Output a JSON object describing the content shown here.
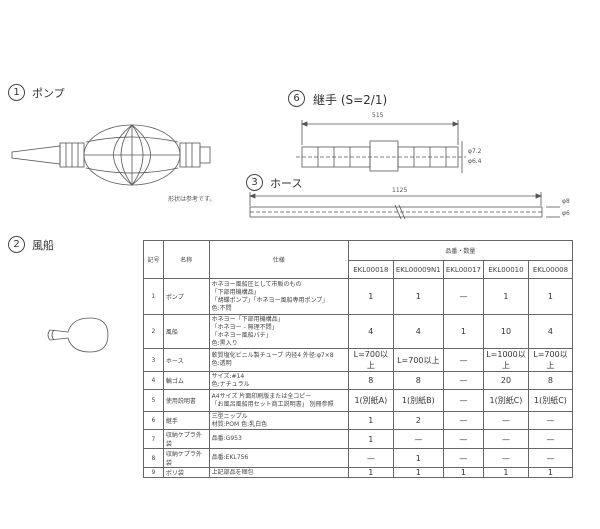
{
  "parts": {
    "pump": {
      "num": "1",
      "label": "ポンプ",
      "note": "形状は参考です。"
    },
    "balloon": {
      "num": "2",
      "label": "風船"
    },
    "hose": {
      "num": "3",
      "label": "ホース",
      "dim_length": "1125",
      "dim_d1": "φ8",
      "dim_d2": "φ6"
    },
    "fitting": {
      "num": "6",
      "label": "継手 (S=2/1)",
      "dim_length": "515",
      "dim_d1": "φ7.2",
      "dim_d2": "φ6.4"
    }
  },
  "table": {
    "headers": {
      "no": "記号",
      "name": "名称",
      "spec": "仕様",
      "qty": "品番・数量"
    },
    "models": [
      "EKL00018",
      "EKL00009N1",
      "EKL00017",
      "EKL00010",
      "EKL00008"
    ],
    "rows": [
      {
        "no": "1",
        "name": "ポンプ",
        "spec": [
          "ホネヨー風船圧として市販のもの",
          "「下部用機構品」",
          "「胡蝶ポンプ」「ホネヨー風船専用ポンプ」",
          "色:不問"
        ],
        "values": [
          "1",
          "1",
          "—",
          "1",
          "1"
        ]
      },
      {
        "no": "2",
        "name": "風船",
        "spec": [
          "ホネヨー「下部用機構品」",
          "「ホネヨー - 無理不問」",
          "「ホネヨー風船パチ」",
          "色:黒入り"
        ],
        "values": [
          "4",
          "4",
          "1",
          "10",
          "4"
        ]
      },
      {
        "no": "3",
        "name": "ホース",
        "spec": [
          "軟質塩化ビニル製チューブ 内径4 外径:φ7×8",
          "色:透明"
        ],
        "values": [
          "L=700以上",
          "L=700以上",
          "—",
          "L=1000以上",
          "L=700以上"
        ]
      },
      {
        "no": "4",
        "name": "輪ゴム",
        "spec": [
          "サイズ:#14",
          "色:ナチュラル"
        ],
        "values": [
          "8",
          "8",
          "—",
          "20",
          "8"
        ]
      },
      {
        "no": "5",
        "name": "使用説明書",
        "spec": [
          "A4サイズ 片面印刷版または全コピー",
          "「お風呂風船用セット商工説明書」 別冊参照"
        ],
        "values": [
          "1(別紙A)",
          "1(別紙B)",
          "—",
          "1(別紙C)",
          "1(別紙C)"
        ]
      },
      {
        "no": "6",
        "name": "継手",
        "spec": [
          "三型ニップル",
          "材質:POM 色:乳白色"
        ],
        "values": [
          "1",
          "2",
          "—",
          "—",
          "—"
        ]
      },
      {
        "no": "7",
        "name": "収納ケプラ外袋",
        "spec": [
          "品番:G953"
        ],
        "values": [
          "1",
          "—",
          "—",
          "—",
          "—"
        ]
      },
      {
        "no": "8",
        "name": "収納ケプラ外袋",
        "spec": [
          "品番:EKL756"
        ],
        "values": [
          "—",
          "1",
          "—",
          "—",
          "—"
        ]
      },
      {
        "no": "9",
        "name": "ポリ袋",
        "spec": [
          "上記部品を梱包"
        ],
        "values": [
          "1",
          "1",
          "1",
          "1",
          "1"
        ]
      }
    ]
  }
}
